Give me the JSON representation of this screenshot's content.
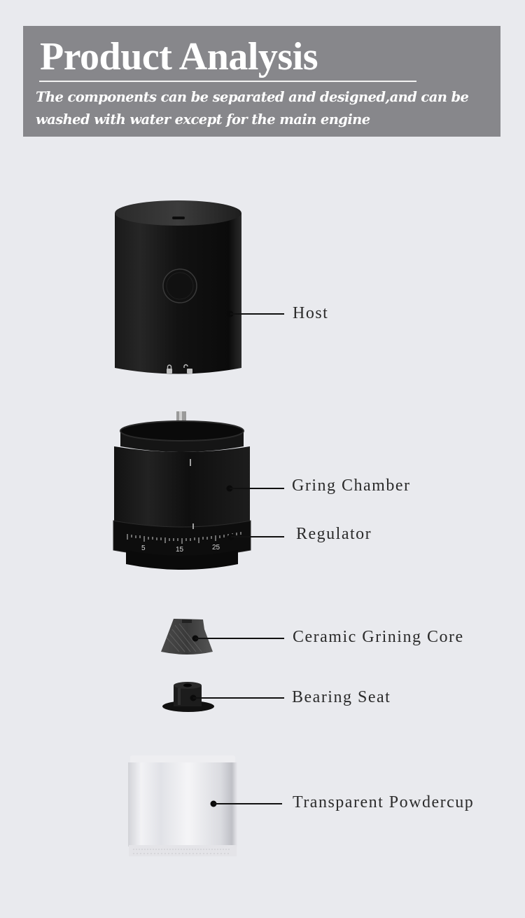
{
  "banner": {
    "title": "Product Analysis",
    "subtitle": "The components can be separated and designed,and can be washed with water except for the main engine",
    "background_color": "#87878b"
  },
  "parts": [
    {
      "id": "host",
      "label": "Host"
    },
    {
      "id": "grinding-chamber",
      "label": "Gring Chamber"
    },
    {
      "id": "regulator",
      "label": "Regulator",
      "dial_numbers": [
        "5",
        "15",
        "25"
      ]
    },
    {
      "id": "ceramic-core",
      "label": "Ceramic Grining Core"
    },
    {
      "id": "bearing-seat",
      "label": "Bearing Seat"
    },
    {
      "id": "powder-cup",
      "label": "Transparent Powdercup"
    }
  ],
  "colors": {
    "background": "#e9eaee",
    "label_text": "#2b2b2b",
    "callout": "#111111"
  }
}
